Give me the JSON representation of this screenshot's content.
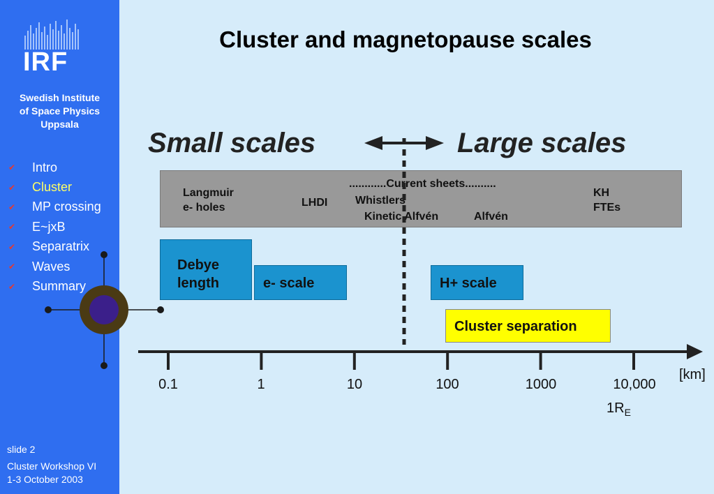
{
  "sidebar": {
    "logo_text": "IRF",
    "institute_lines": [
      "Swedish Institute",
      "of Space Physics",
      "Uppsala"
    ],
    "nav": [
      {
        "label": "Intro",
        "active": false
      },
      {
        "label": "Cluster",
        "active": true
      },
      {
        "label": "MP crossing",
        "active": false
      },
      {
        "label": "E~jxB",
        "active": false
      },
      {
        "label": "Separatrix",
        "active": false
      },
      {
        "label": "Waves",
        "active": false
      },
      {
        "label": "Summary",
        "active": false
      }
    ],
    "slide_number": "slide 2",
    "event_line1": "Cluster Workshop VI",
    "event_line2": "1-3 October 2003"
  },
  "slide": {
    "title": "Cluster and magnetopause scales",
    "small_scales": "Small scales",
    "large_scales": "Large scales",
    "phenomena": {
      "langmuir": "Langmuir",
      "e_holes": "e- holes",
      "lhdi": "LHDI",
      "current_sheets": "............Current sheets..........",
      "whistlers": "Whistlers",
      "kinetic_alfven": "Kinetic Alfvén",
      "alfven": "Alfvén",
      "kh": "KH",
      "ftes": "FTEs"
    },
    "boxes": {
      "debye_line1": "Debye",
      "debye_line2": "length",
      "e_scale": "e- scale",
      "h_scale": "H+ scale",
      "cluster_separation": "Cluster separation"
    },
    "axis": {
      "ticks": [
        "0.1",
        "1",
        "10",
        "100",
        "1000",
        "10,000"
      ],
      "unit": "[km]",
      "re_label": "1R",
      "re_sub": "E"
    }
  },
  "colors": {
    "sidebar": "#2f6ef0",
    "background": "#d6ecfa",
    "gray_box": "#999999",
    "blue_box": "#1b93cf",
    "yellow_box": "#ffff00",
    "nav_active": "#ffff66",
    "check": "#e8382e"
  }
}
